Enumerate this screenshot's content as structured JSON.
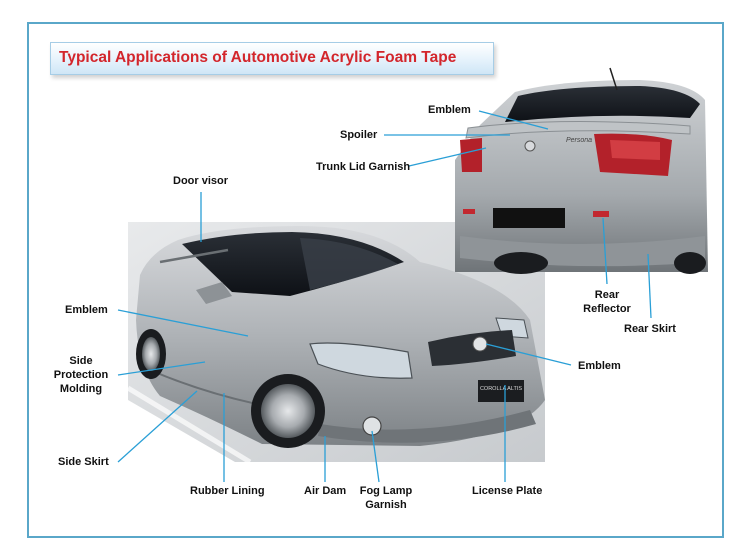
{
  "title": "Typical Applications of Automotive Acrylic Foam Tape",
  "labels": {
    "emblem_rear": "Emblem",
    "spoiler": "Spoiler",
    "trunk_lid_garnish": "Trunk Lid Garnish",
    "door_visor": "Door visor",
    "emblem_side": "Emblem",
    "side_protection_molding": "Side Protection Molding",
    "side_skirt": "Side Skirt",
    "rubber_lining": "Rubber Lining",
    "air_dam": "Air Dam",
    "fog_lamp_garnish": "Fog Lamp Garnish",
    "license_plate": "License Plate",
    "emblem_front": "Emblem",
    "rear_reflector": "Rear Reflector",
    "rear_skirt": "Rear Skirt"
  },
  "plate_text": "COROLLA ALTIS",
  "rear_badge_text": "Persona",
  "colors": {
    "title": "#d3262c",
    "leader": "#2a9fd6",
    "frame": "#5aa7c9"
  }
}
